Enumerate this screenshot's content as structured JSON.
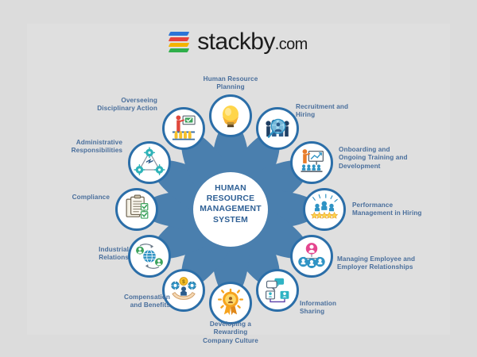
{
  "brand": {
    "name": "stackby",
    "suffix": ".com",
    "logo_icon": "stackby-stacked-bars-logo",
    "bar_colors": [
      "#2c74d6",
      "#e8433c",
      "#f4b400",
      "#2faf4a"
    ]
  },
  "background_color": "#dcdcdc",
  "diagram": {
    "type": "radial-hub-and-spoke",
    "hub": {
      "title": "HUMAN RESOURCE MANAGEMENT SYSTEM",
      "title_lines": [
        "HUMAN",
        "RESOURCE",
        "MANAGEMENT",
        "SYSTEM"
      ],
      "text_color": "#2f6095",
      "fill": "#ffffff",
      "spoke_color": "#4a7fae"
    },
    "node_count": 12,
    "nodes": [
      {
        "id": "human-resource-planning",
        "label": "Human Resource Planning",
        "label_lines": [
          "Human Resource",
          "Planning"
        ],
        "icon": "lightbulb-icon",
        "angle_deg": 270
      },
      {
        "id": "recruitment-and-hiring",
        "label": "Recruitment and Hiring",
        "label_lines": [
          "Recruitment and",
          "Hiring"
        ],
        "icon": "people-magnifier-icon",
        "angle_deg": 300
      },
      {
        "id": "onboarding-and-ongoing-training-and-development",
        "label": "Onboarding and Ongoing Training and Development",
        "label_lines": [
          "Onboarding and",
          "Ongoing Training and",
          "Development"
        ],
        "icon": "presentation-training-icon",
        "angle_deg": 330
      },
      {
        "id": "performance-management-in-hiring",
        "label": "Performance Management in Hiring",
        "label_lines": [
          "Performance",
          "Management in Hiring"
        ],
        "icon": "star-rating-team-icon",
        "angle_deg": 0
      },
      {
        "id": "managing-employee-and-employer-relationships",
        "label": "Managing Employee and Employer Relationships",
        "label_lines": [
          "Managing Employee and",
          "Employer Relationships"
        ],
        "icon": "org-hierarchy-people-icon",
        "angle_deg": 30
      },
      {
        "id": "information-sharing",
        "label": "Information Sharing",
        "label_lines": [
          "Information",
          "Sharing"
        ],
        "icon": "chat-bubbles-people-icon",
        "angle_deg": 60
      },
      {
        "id": "developing-a-rewarding-company-culture",
        "label": "Developing a Rewarding Company Culture",
        "label_lines": [
          "Developing a",
          "Rewarding",
          "Company Culture"
        ],
        "icon": "award-ribbon-icon",
        "angle_deg": 90
      },
      {
        "id": "compensation-and-benefits",
        "label": "Compensation and Benefits",
        "label_lines": [
          "Compensation",
          "and Benefits"
        ],
        "icon": "hands-coins-person-icon",
        "angle_deg": 120
      },
      {
        "id": "industrial-relations",
        "label": "Industrial Relations",
        "label_lines": [
          "Industrial",
          "Relations"
        ],
        "icon": "globe-network-icon",
        "angle_deg": 150
      },
      {
        "id": "compliance",
        "label": "Compliance",
        "label_lines": [
          "Compliance"
        ],
        "icon": "checklist-clipboard-icon",
        "angle_deg": 180
      },
      {
        "id": "administrative-responsibilities",
        "label": "Administrative Responsibilities",
        "label_lines": [
          "Administrative",
          "Responsibilities"
        ],
        "icon": "gears-network-icon",
        "angle_deg": 210
      },
      {
        "id": "overseeing-disciplinary-action",
        "label": "Overseeing Disciplinary Action",
        "label_lines": [
          "Overseeing",
          "Disciplinary Action"
        ],
        "icon": "presenter-audience-icon",
        "angle_deg": 240
      }
    ]
  }
}
